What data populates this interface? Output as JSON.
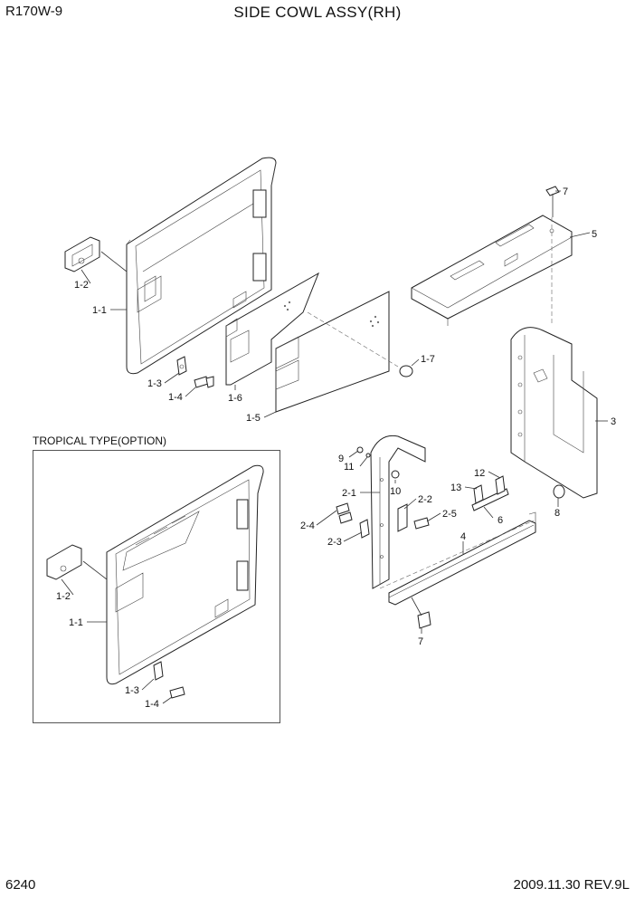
{
  "header": {
    "model": "R170W-9",
    "title": "SIDE COWL ASSY(RH)"
  },
  "footer": {
    "page_number": "6240",
    "date_rev": "2009.11.30  REV.9L"
  },
  "section": {
    "tropical_title": "TROPICAL TYPE(OPTION)"
  },
  "callouts": {
    "c7a": "7",
    "c5": "5",
    "c3": "3",
    "c8": "8",
    "c6": "6",
    "c4": "4",
    "c7b": "7",
    "c12": "12",
    "c13": "13",
    "c9": "9",
    "c11": "11",
    "c10": "10",
    "c2_1": "2-1",
    "c2_2": "2-2",
    "c2_3": "2-3",
    "c2_4": "2-4",
    "c2_5": "2-5",
    "c1_2": "1-2",
    "c1_1": "1-1",
    "c1_3": "1-3",
    "c1_4": "1-4",
    "c1_6": "1-6",
    "c1_5": "1-5",
    "c1_7": "1-7",
    "t1_2": "1-2",
    "t1_1": "1-1",
    "t1_3": "1-3",
    "t1_4": "1-4"
  }
}
